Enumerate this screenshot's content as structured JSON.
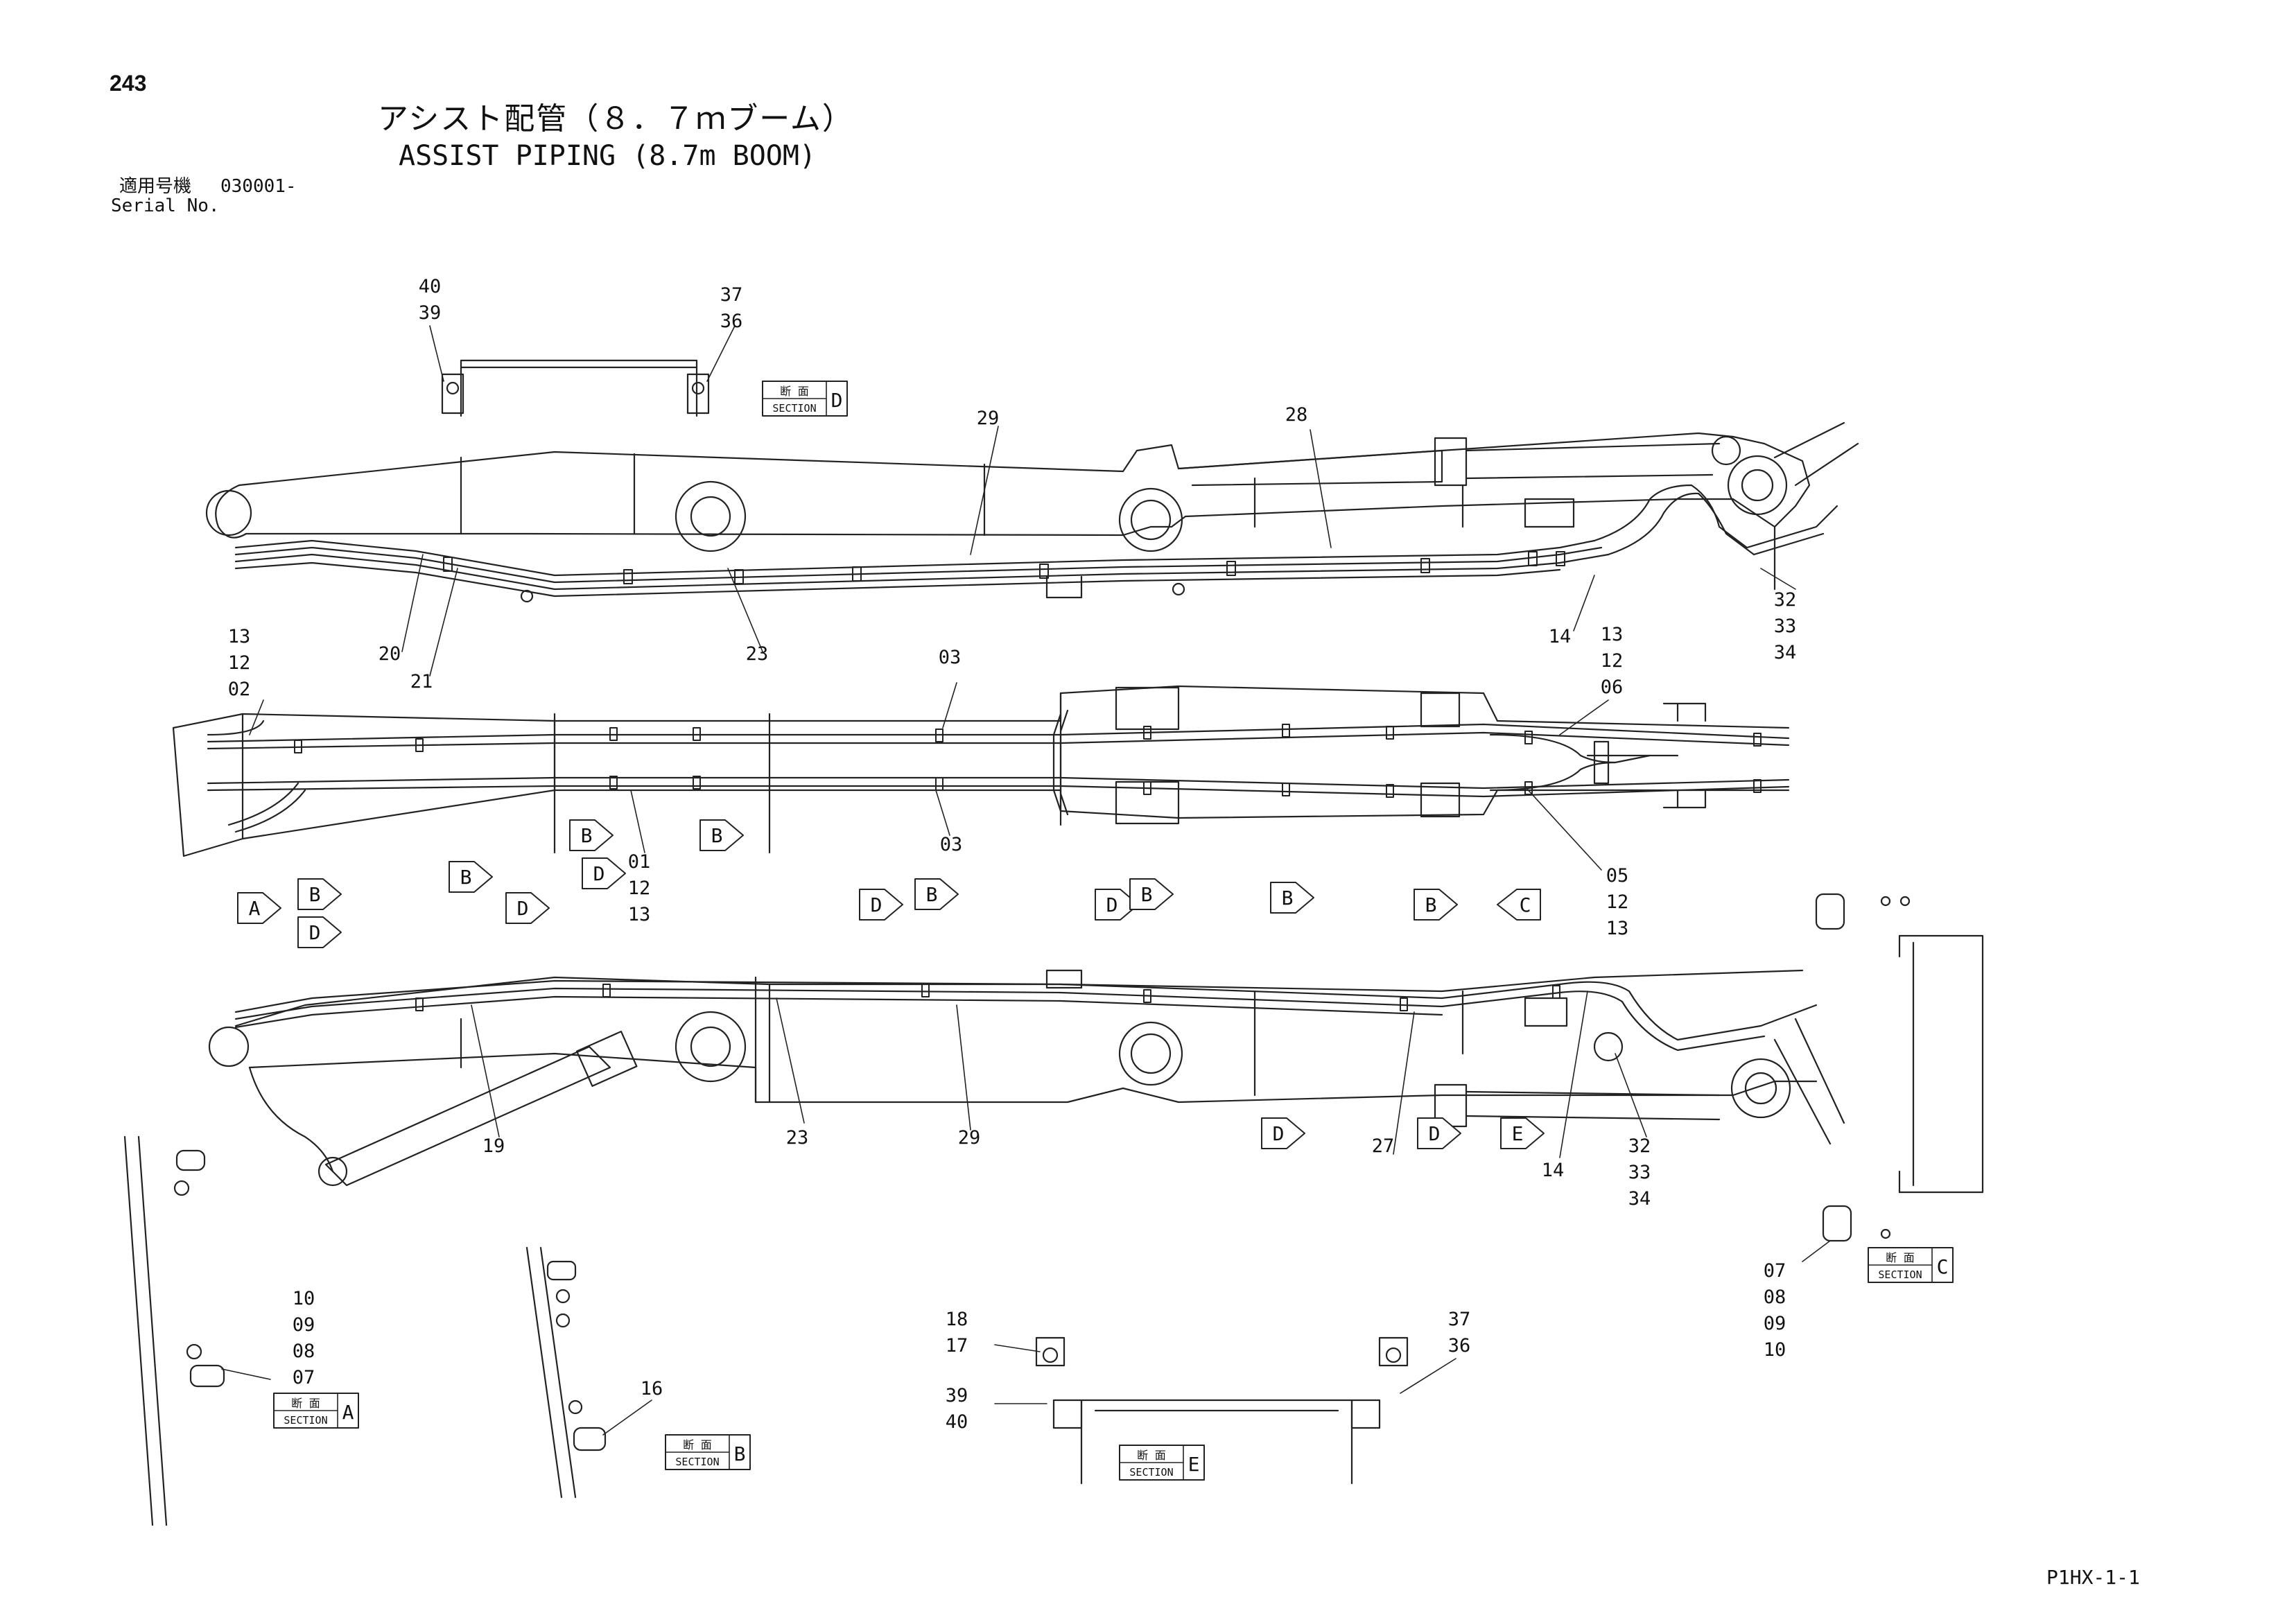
{
  "page_number": "243",
  "title_jp": "アシスト配管（８．７ｍブーム）",
  "title_en": "ASSIST PIPING (8.7m BOOM)",
  "serial": {
    "label_jp": "適用号機",
    "value": "030001-",
    "label_en": "Serial No."
  },
  "drawing_code": "P1HX-1-1",
  "section_jp": "断 面",
  "section_en": "SECTION",
  "section_boxes": [
    {
      "letter": "D"
    },
    {
      "letter": "C"
    },
    {
      "letter": "A"
    },
    {
      "letter": "B"
    },
    {
      "letter": "E"
    }
  ],
  "view_arrows": [
    {
      "letter": "A",
      "dir": "right"
    },
    {
      "letter": "B",
      "dir": "right"
    },
    {
      "letter": "D",
      "dir": "right"
    },
    {
      "letter": "B",
      "dir": "right"
    },
    {
      "letter": "D",
      "dir": "right"
    },
    {
      "letter": "B",
      "dir": "right"
    },
    {
      "letter": "D",
      "dir": "right"
    },
    {
      "letter": "B",
      "dir": "right"
    },
    {
      "letter": "D",
      "dir": "right"
    },
    {
      "letter": "B",
      "dir": "right"
    },
    {
      "letter": "D",
      "dir": "right"
    },
    {
      "letter": "B",
      "dir": "right"
    },
    {
      "letter": "B",
      "dir": "right"
    },
    {
      "letter": "B",
      "dir": "right"
    },
    {
      "letter": "C",
      "dir": "left"
    },
    {
      "letter": "D",
      "dir": "right"
    },
    {
      "letter": "D",
      "dir": "right"
    },
    {
      "letter": "E",
      "dir": "right"
    }
  ],
  "callouts": [
    {
      "id": "c-40-39",
      "lines": [
        "40",
        "39"
      ]
    },
    {
      "id": "c-37-36-top",
      "lines": [
        "37",
        "36"
      ]
    },
    {
      "id": "c-29-top",
      "lines": [
        "29"
      ]
    },
    {
      "id": "c-28",
      "lines": [
        "28"
      ]
    },
    {
      "id": "c-20",
      "lines": [
        "20"
      ]
    },
    {
      "id": "c-21",
      "lines": [
        "21"
      ]
    },
    {
      "id": "c-23-top",
      "lines": [
        "23"
      ]
    },
    {
      "id": "c-14-top",
      "lines": [
        "14"
      ]
    },
    {
      "id": "c-32-33-34-top",
      "lines": [
        "32",
        "33",
        "34"
      ]
    },
    {
      "id": "c-13-12-02",
      "lines": [
        "13",
        "12",
        "02"
      ]
    },
    {
      "id": "c-03-top",
      "lines": [
        "03"
      ]
    },
    {
      "id": "c-13-12-06",
      "lines": [
        "13",
        "12",
        "06"
      ]
    },
    {
      "id": "c-01-12-13",
      "lines": [
        "01",
        "12",
        "13"
      ]
    },
    {
      "id": "c-03-mid",
      "lines": [
        "03"
      ]
    },
    {
      "id": "c-05-12-13",
      "lines": [
        "05",
        "12",
        "13"
      ]
    },
    {
      "id": "c-19",
      "lines": [
        "19"
      ]
    },
    {
      "id": "c-23-bottom",
      "lines": [
        "23"
      ]
    },
    {
      "id": "c-29-bottom",
      "lines": [
        "29"
      ]
    },
    {
      "id": "c-27",
      "lines": [
        "27"
      ]
    },
    {
      "id": "c-14-bottom",
      "lines": [
        "14"
      ]
    },
    {
      "id": "c-32-33-34-bottom",
      "lines": [
        "32",
        "33",
        "34"
      ]
    },
    {
      "id": "c-10-09-08-07",
      "lines": [
        "10",
        "09",
        "08",
        "07"
      ]
    },
    {
      "id": "c-16",
      "lines": [
        "16"
      ]
    },
    {
      "id": "c-18-17",
      "lines": [
        "18",
        "17"
      ]
    },
    {
      "id": "c-39-40",
      "lines": [
        "39",
        "40"
      ]
    },
    {
      "id": "c-37-36-bottom",
      "lines": [
        "37",
        "36"
      ]
    },
    {
      "id": "c-07-08-09-10",
      "lines": [
        "07",
        "08",
        "09",
        "10"
      ]
    }
  ]
}
